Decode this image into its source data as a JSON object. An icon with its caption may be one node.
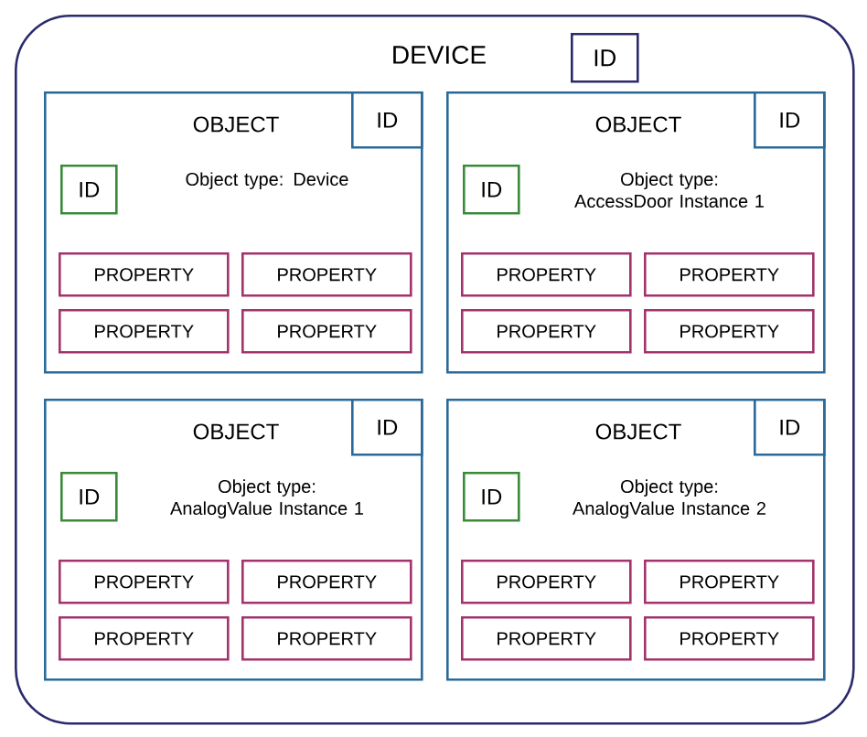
{
  "diagram": {
    "nodes": [
      {
        "text": [
          "DEVICE"
        ]
      },
      {
        "text": [
          "ID"
        ],
        "in": 0
      },
      {
        "text": [
          "OBJECT",
          "Object type: Device"
        ],
        "in": 0
      },
      {
        "text": [
          "ID"
        ],
        "in": 2
      },
      {
        "text": [
          "ID"
        ],
        "in": 2
      },
      {
        "text": [
          "PROPERTY"
        ],
        "in": 2
      },
      {
        "text": [
          "PROPERTY"
        ],
        "in": 2
      },
      {
        "text": [
          "PROPERTY"
        ],
        "in": 2
      },
      {
        "text": [
          "PROPERTY"
        ],
        "in": 2
      },
      {
        "text": [
          "OBJECT",
          "Object type: AccessDoor Instance 1"
        ],
        "in": 0
      },
      {
        "text": [
          "ID"
        ],
        "in": 9
      },
      {
        "text": [
          "ID"
        ],
        "in": 9
      },
      {
        "text": [
          "PROPERTY"
        ],
        "in": 9
      },
      {
        "text": [
          "PROPERTY"
        ],
        "in": 9
      },
      {
        "text": [
          "PROPERTY"
        ],
        "in": 9
      },
      {
        "text": [
          "PROPERTY"
        ],
        "in": 9
      },
      {
        "text": [
          "OBJECT",
          "Object type: AnalogValue Instance 1"
        ],
        "in": 0
      },
      {
        "text": [
          "ID"
        ],
        "in": 16
      },
      {
        "text": [
          "ID"
        ],
        "in": 16
      },
      {
        "text": [
          "PROPERTY"
        ],
        "in": 16
      },
      {
        "text": [
          "PROPERTY"
        ],
        "in": 16
      },
      {
        "text": [
          "PROPERTY"
        ],
        "in": 16
      },
      {
        "text": [
          "PROPERTY"
        ],
        "in": 16
      },
      {
        "text": [
          "OBJECT",
          "Object type: AnalogValue Instance 2"
        ],
        "in": 0
      },
      {
        "text": [
          "ID"
        ],
        "in": 23
      },
      {
        "text": [
          "ID"
        ],
        "in": 23
      },
      {
        "text": [
          "PROPERTY"
        ],
        "in": 23
      },
      {
        "text": [
          "PROPERTY"
        ],
        "in": 23
      },
      {
        "text": [
          "PROPERTY"
        ],
        "in": 23
      },
      {
        "text": [
          "PROPERTY"
        ],
        "in": 23
      }
    ]
  }
}
